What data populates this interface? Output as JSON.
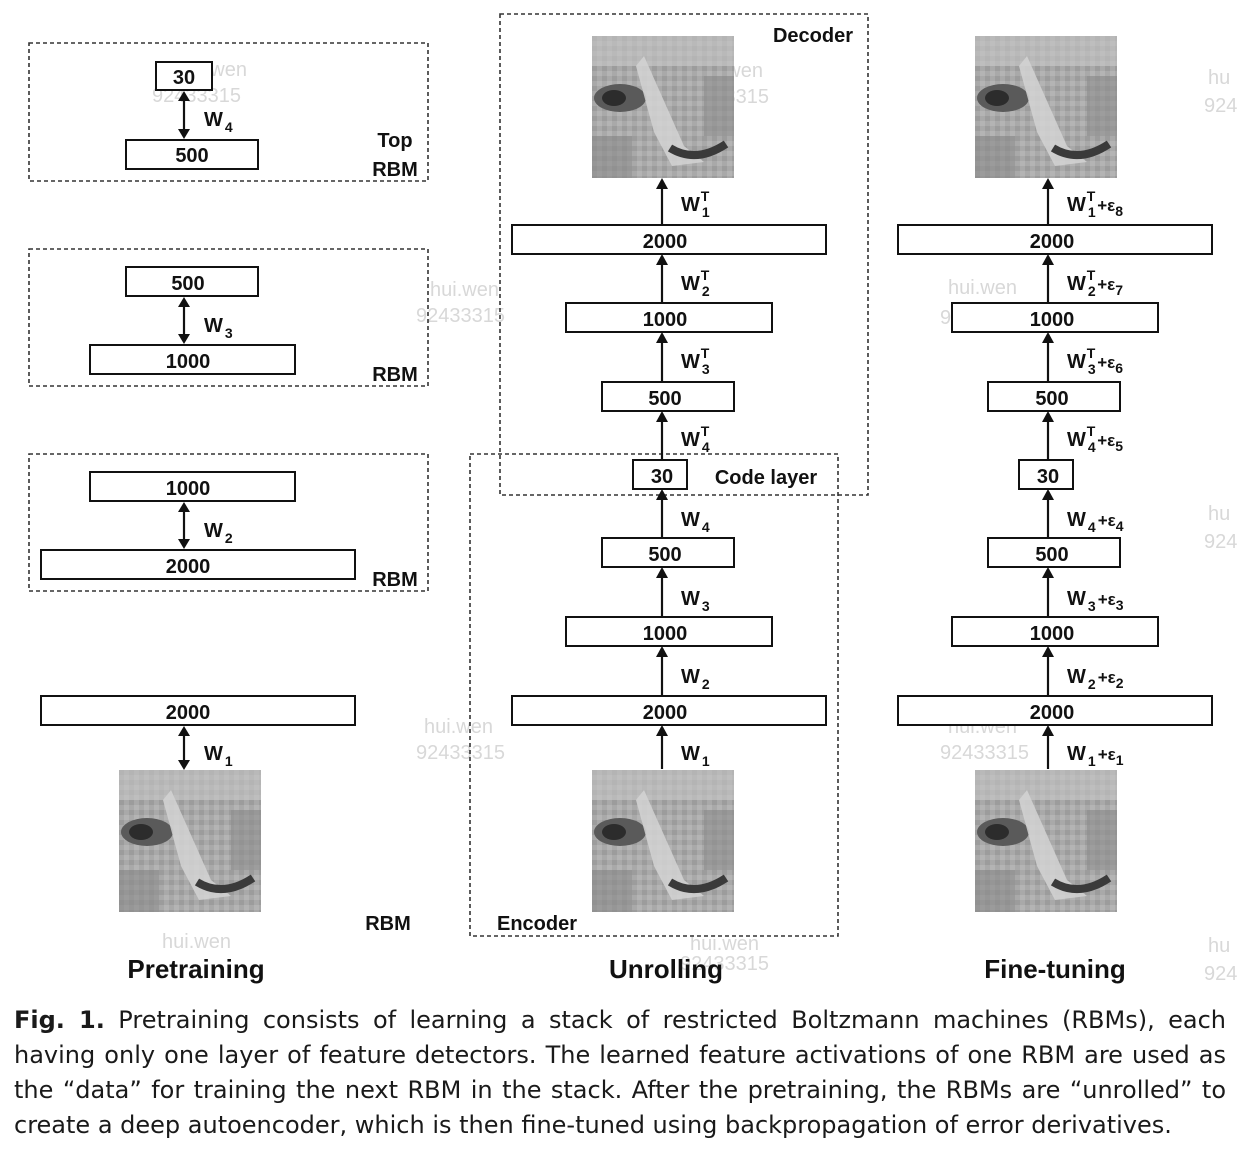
{
  "panels": {
    "pretraining": {
      "title": "Pretraining",
      "rbm_label": "RBM",
      "top_rbm_label_line1": "Top",
      "top_rbm_label_line2": "RBM",
      "rbms": [
        {
          "top_units": "30",
          "bottom_units": "500",
          "weight": "W",
          "weight_sub": "4",
          "label": "Top RBM"
        },
        {
          "top_units": "500",
          "bottom_units": "1000",
          "weight": "W",
          "weight_sub": "3",
          "label": "RBM"
        },
        {
          "top_units": "1000",
          "bottom_units": "2000",
          "weight": "W",
          "weight_sub": "2",
          "label": "RBM"
        },
        {
          "top_units": "2000",
          "bottom_units": "image",
          "weight": "W",
          "weight_sub": "1",
          "label": "RBM"
        }
      ]
    },
    "unrolling": {
      "title": "Unrolling",
      "decoder_label": "Decoder",
      "encoder_label": "Encoder",
      "code_layer_label": "Code layer",
      "layers": [
        "2000",
        "1000",
        "500",
        "30",
        "500",
        "1000",
        "2000"
      ],
      "weights": [
        {
          "w": "W",
          "sub": "1",
          "sup": "T"
        },
        {
          "w": "W",
          "sub": "2",
          "sup": "T"
        },
        {
          "w": "W",
          "sub": "3",
          "sup": "T"
        },
        {
          "w": "W",
          "sub": "4",
          "sup": "T"
        },
        {
          "w": "W",
          "sub": "4",
          "sup": ""
        },
        {
          "w": "W",
          "sub": "3",
          "sup": ""
        },
        {
          "w": "W",
          "sub": "2",
          "sup": ""
        },
        {
          "w": "W",
          "sub": "1",
          "sup": ""
        }
      ]
    },
    "finetuning": {
      "title": "Fine-tuning",
      "layers": [
        "2000",
        "1000",
        "500",
        "30",
        "500",
        "1000",
        "2000"
      ],
      "weights": [
        {
          "w": "W",
          "sub": "1",
          "sup": "T",
          "eps": "+ε",
          "eps_sub": "8"
        },
        {
          "w": "W",
          "sub": "2",
          "sup": "T",
          "eps": "+ε",
          "eps_sub": "7"
        },
        {
          "w": "W",
          "sub": "3",
          "sup": "T",
          "eps": "+ε",
          "eps_sub": "6"
        },
        {
          "w": "W",
          "sub": "4",
          "sup": "T",
          "eps": "+ε",
          "eps_sub": "5"
        },
        {
          "w": "W",
          "sub": "4",
          "sup": "",
          "eps": "+ε",
          "eps_sub": "4"
        },
        {
          "w": "W",
          "sub": "3",
          "sup": "",
          "eps": "+ε",
          "eps_sub": "3"
        },
        {
          "w": "W",
          "sub": "2",
          "sup": "",
          "eps": "+ε",
          "eps_sub": "2"
        },
        {
          "w": "W",
          "sub": "1",
          "sup": "",
          "eps": "+ε",
          "eps_sub": "1"
        }
      ]
    }
  },
  "watermark": {
    "line1": "hui.wen",
    "line2": "92433315"
  },
  "caption": {
    "label": "Fig. 1.",
    "text": " Pretraining consists of learning a stack of restricted Boltzmann machines (RBMs), each having only one layer of feature detectors. The learned feature activations of one RBM are used as the “data” for training the next RBM in the stack. After the pretraining, the RBMs are “unrolled” to create a deep autoencoder, which is then fine-tuned using backpropagation of error derivatives."
  }
}
